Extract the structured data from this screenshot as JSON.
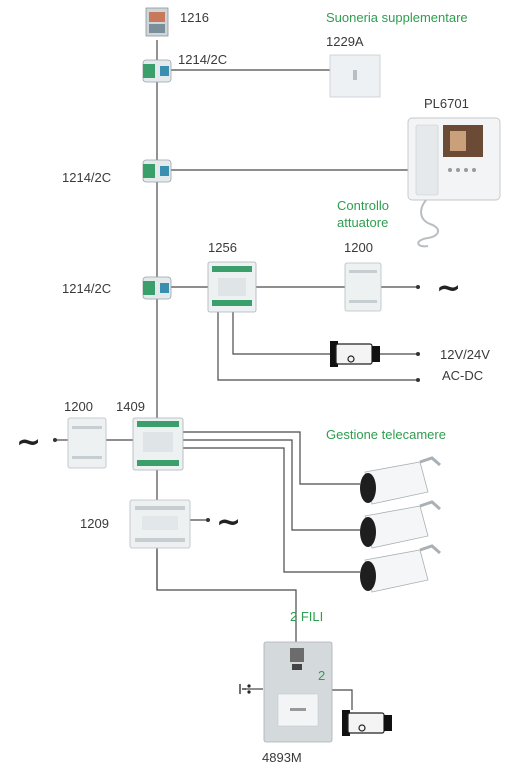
{
  "labels": {
    "power_supply_top": "1216",
    "derivator_1": "1214/2C",
    "derivator_2": "1214/2C",
    "derivator_3": "1214/2C",
    "extra_ringer_title": "Suoneria supplementare",
    "extra_ringer_code": "1229A",
    "monitor_code": "PL6701",
    "actuator_title_line1": "Controllo",
    "actuator_title_line2": "attuatore",
    "actuator_code": "1256",
    "actuator_supply_code": "1200",
    "lock_supply_line1": "12V/24V",
    "lock_supply_line2": "AC-DC",
    "camera_supply_code": "1200",
    "camera_module_code": "1409",
    "cameras_title": "Gestione telecamere",
    "main_supply_code": "1209",
    "two_wire_label": "2 FILI",
    "lock_wires": "2",
    "panel_code": "4893M",
    "ac_symbol": "~"
  },
  "colors": {
    "accent_green": "#2e9e4f",
    "wire": "#4a4a4a",
    "device_body": "#e9eef0",
    "connector_green": "#3a9f6a"
  },
  "icons": [
    "power-supply-icon",
    "derivator-icon",
    "ringer-icon",
    "monitor-icon",
    "actuator-icon",
    "din-module-icon",
    "camera-icon",
    "electric-lock-icon",
    "door-panel-icon",
    "exit-button-icon"
  ]
}
